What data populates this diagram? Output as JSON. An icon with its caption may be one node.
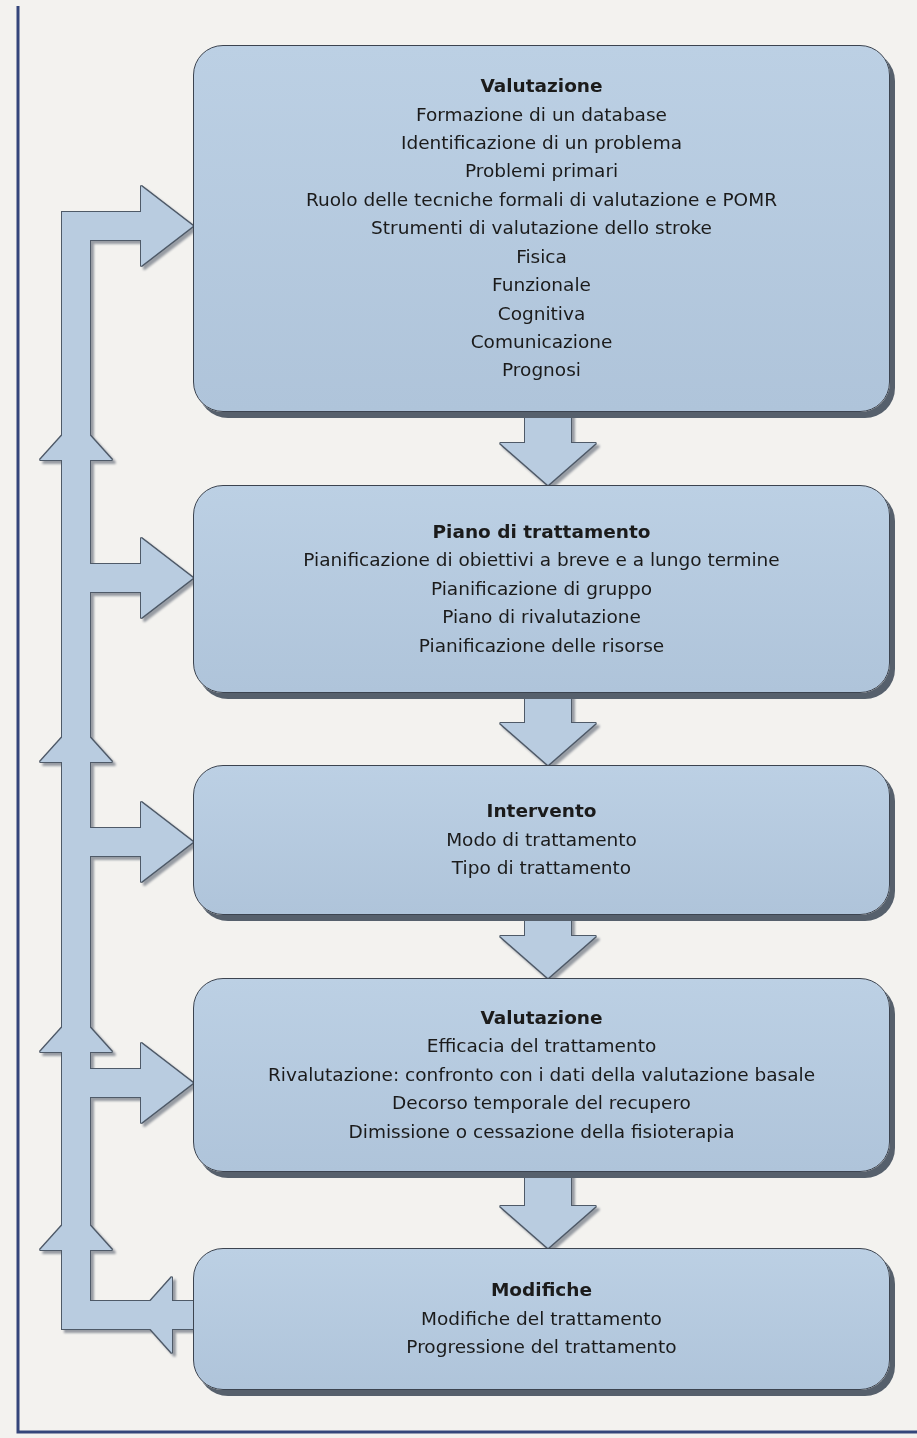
{
  "diagram": {
    "nodes": [
      {
        "text": [
          "Valutazione",
          "Formazione di un database",
          "Identificazione di un problema",
          "Problemi primari",
          "Ruolo delle tecniche formali di valutazione e POMR",
          "Strumenti di valutazione dello stroke",
          "Fisica",
          "Funzionale",
          "Cognitiva",
          "Comunicazione",
          "Prognosi"
        ]
      },
      {
        "text": [
          "Piano di trattamento",
          "Pianificazione di obiettivi a breve e a lungo termine",
          "Pianificazione di gruppo",
          "Piano di rivalutazione",
          "Pianificazione delle risorse"
        ]
      },
      {
        "text": [
          "Intervento",
          "Modo di trattamento",
          "Tipo di trattamento"
        ]
      },
      {
        "text": [
          "Valutazione",
          "Efficacia del trattamento",
          "Rivalutazione: confronto con i dati della valutazione basale",
          "Decorso temporale del recupero",
          "Dimissione o cessazione della fisioterapia"
        ]
      },
      {
        "text": [
          "Modifiche",
          "Modifiche del trattamento",
          "Progressione del trattamento"
        ]
      }
    ],
    "edges": [
      {
        "from": 0,
        "to": 1,
        "arrow": "to"
      },
      {
        "from": 1,
        "to": 2,
        "arrow": "to"
      },
      {
        "from": 2,
        "to": 3,
        "arrow": "to"
      },
      {
        "from": 3,
        "to": 4,
        "arrow": "to"
      },
      {
        "from": 4,
        "to": 0,
        "arrow": "to"
      },
      {
        "from": 4,
        "to": 1,
        "arrow": "to"
      },
      {
        "from": 4,
        "to": 2,
        "arrow": "to"
      },
      {
        "from": 4,
        "to": 3,
        "arrow": "to"
      }
    ]
  }
}
